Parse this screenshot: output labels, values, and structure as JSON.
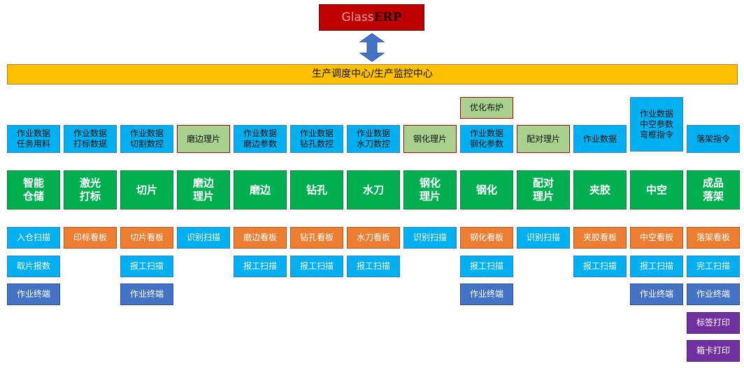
{
  "header": {
    "erp_light": "Glass",
    "erp_bold": "ERP"
  },
  "banner": {
    "text": "生产调度中心/生产监控中心"
  },
  "top_extra": [
    {
      "text": "优化布炉",
      "col": 8
    },
    {
      "text": "作业数据\n中空参数\n弯框指令",
      "col": 11
    }
  ],
  "columns": [
    {
      "process": "智能\n仓储",
      "data": "作业数据\n任务用料",
      "data_type": "blue",
      "items": [
        {
          "text": "入仓扫描",
          "type": "scan"
        },
        {
          "text": "取片报数",
          "type": "scan"
        },
        {
          "text": "作业终端",
          "type": "term"
        }
      ]
    },
    {
      "process": "激光\n打标",
      "data": "作业数据\n打标数据",
      "data_type": "blue",
      "items": [
        {
          "text": "印标看板",
          "type": "board"
        }
      ]
    },
    {
      "process": "切片",
      "data": "作业数据\n切割数控",
      "data_type": "blue",
      "items": [
        {
          "text": "切片看板",
          "type": "board"
        },
        {
          "text": "报工扫描",
          "type": "scan"
        },
        {
          "text": "作业终端",
          "type": "term"
        }
      ]
    },
    {
      "process": "磨边\n理片",
      "data": "磨边理片",
      "data_type": "green",
      "items": [
        {
          "text": "识别扫描",
          "type": "scan"
        }
      ]
    },
    {
      "process": "磨边",
      "data": "作业数据\n磨边参数",
      "data_type": "blue",
      "items": [
        {
          "text": "磨边看板",
          "type": "board"
        },
        {
          "text": "报工扫描",
          "type": "scan"
        }
      ]
    },
    {
      "process": "钻孔",
      "data": "作业数据\n钻孔数控",
      "data_type": "blue",
      "items": [
        {
          "text": "钻孔看板",
          "type": "board"
        },
        {
          "text": "报工扫描",
          "type": "scan"
        }
      ]
    },
    {
      "process": "水刀",
      "data": "作业数据\n水刀数控",
      "data_type": "blue",
      "items": [
        {
          "text": "水刀看板",
          "type": "board"
        },
        {
          "text": "报工扫描",
          "type": "scan"
        }
      ]
    },
    {
      "process": "钢化\n理片",
      "data": "钢化理片",
      "data_type": "green",
      "items": [
        {
          "text": "识别扫描",
          "type": "scan"
        }
      ]
    },
    {
      "process": "钢化",
      "data": "作业数据\n钢化参数",
      "data_type": "blue",
      "items": [
        {
          "text": "钢化看板",
          "type": "board"
        },
        {
          "text": "报工扫描",
          "type": "scan"
        },
        {
          "text": "作业终端",
          "type": "term"
        }
      ]
    },
    {
      "process": "配对\n理片",
      "data": "配对理片",
      "data_type": "green",
      "items": [
        {
          "text": "识别扫描",
          "type": "scan"
        }
      ]
    },
    {
      "process": "夹胶",
      "data": "作业数据",
      "data_type": "blue",
      "items": [
        {
          "text": "夹胶看板",
          "type": "board"
        },
        {
          "text": "报工扫描",
          "type": "scan"
        }
      ]
    },
    {
      "process": "中空",
      "data": "",
      "data_type": "none",
      "items": [
        {
          "text": "中空看板",
          "type": "board"
        },
        {
          "text": "报工扫描",
          "type": "scan"
        },
        {
          "text": "作业终端",
          "type": "term"
        }
      ]
    },
    {
      "process": "成品\n落架",
      "data": "落架指令",
      "data_type": "blue",
      "items": [
        {
          "text": "落架看板",
          "type": "board"
        },
        {
          "text": "完工扫描",
          "type": "scan"
        },
        {
          "text": "作业终端",
          "type": "term"
        },
        {
          "text": "标签打印",
          "type": "purple"
        },
        {
          "text": "箱卡打印",
          "type": "purple"
        }
      ]
    }
  ],
  "colors": {
    "erp": "#c00000",
    "banner": "#ffc000",
    "data": "#00b0f0",
    "green_light": "#a9d18e",
    "process": "#00b050",
    "board": "#ed7d31",
    "terminal": "#4472c4",
    "print": "#7030a0",
    "arrow": "#4472c4"
  }
}
